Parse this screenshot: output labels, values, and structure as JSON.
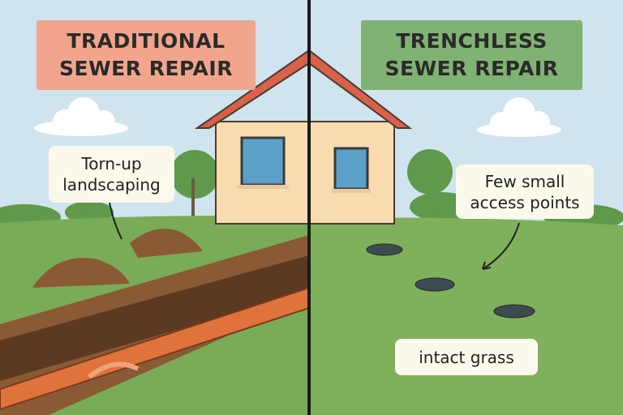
{
  "left_panel": {
    "title_line1": "TRADITIONAL",
    "title_line2": "SEWER REPAIR",
    "callout_line1": "Torn-up",
    "callout_line2": "landscaping",
    "title_color": "#f0a58c"
  },
  "right_panel": {
    "title_line1": "TRENCHLESS",
    "title_line2": "SEWER REPAIR",
    "callout_line1": "Few small",
    "callout_line2": "access points",
    "bottom_label": "intact grass",
    "title_color": "#80b273"
  }
}
